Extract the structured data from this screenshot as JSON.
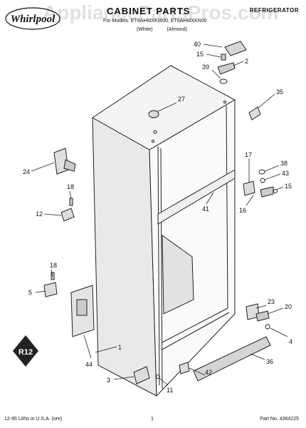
{
  "header": {
    "brand": "Whirlpool",
    "title": "CABINET PARTS",
    "subtitle": "For Models: ET8AHMXKW00, ET8AHMXKN00",
    "color_white": "(White)",
    "color_almond": "(Almond)",
    "category": "REFRIGERATOR"
  },
  "watermark": "AppliancePartsPros.com",
  "badge": "R12",
  "callouts": [
    "40",
    "15",
    "2",
    "39",
    "27",
    "35",
    "17",
    "38",
    "43",
    "15",
    "24",
    "18",
    "12",
    "41",
    "16",
    "18",
    "5",
    "23",
    "20",
    "4",
    "42",
    "36",
    "1",
    "44",
    "3",
    "11"
  ],
  "footer": {
    "litho": "12-95 Litho in U.S.A. (ore)",
    "page": "1",
    "part_no": "Part No. 4364225"
  }
}
